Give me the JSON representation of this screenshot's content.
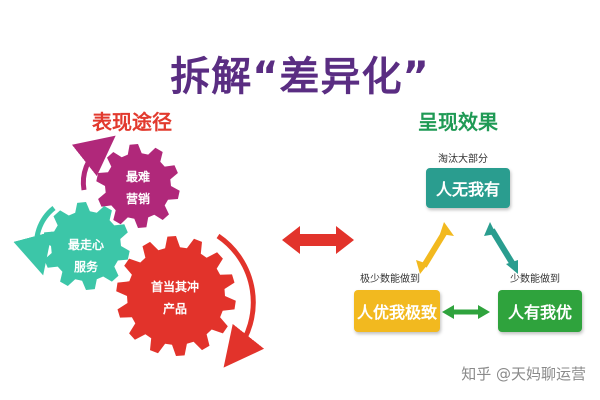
{
  "title": "拆解“差异化”",
  "left": {
    "heading": "表现途径",
    "gears": [
      {
        "line1": "最难",
        "line2": "营销",
        "color": "#b0287a"
      },
      {
        "line1": "最走心",
        "line2": "服务",
        "color": "#3cc6a8"
      },
      {
        "line1": "首当其冲",
        "line2": "产品",
        "color": "#e2332b"
      }
    ]
  },
  "right": {
    "heading": "呈现效果",
    "top_label": "淘汰大部分",
    "top_box": {
      "text": "人无我有",
      "color": "#2a9d8f"
    },
    "left_label": "极少数能做到",
    "left_box": {
      "text": "人优我极致",
      "color": "#f2b91f"
    },
    "right_label": "少数能做到",
    "right_box": {
      "text": "人有我优",
      "color": "#2fa33d"
    }
  },
  "watermark": "知乎 @天妈聊运营"
}
